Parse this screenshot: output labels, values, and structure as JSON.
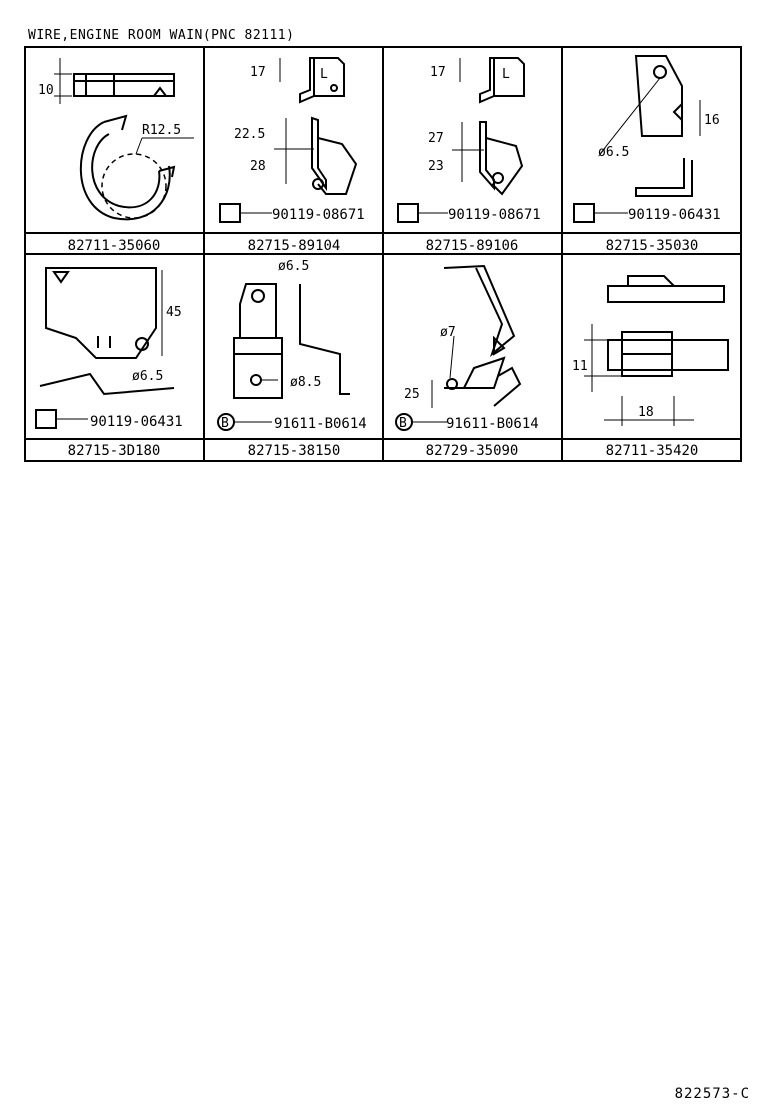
{
  "title": "WIRE,ENGINE ROOM WAIN(PNC 82111)",
  "footer_code": "822573-C",
  "cells": [
    {
      "part": "82711-35060",
      "dims": [
        "10",
        "R12.5"
      ],
      "fastener": ""
    },
    {
      "part": "82715-89104",
      "dims": [
        "17",
        "22.5",
        "28",
        "L"
      ],
      "fastener": "90119-08671"
    },
    {
      "part": "82715-89106",
      "dims": [
        "17",
        "27",
        "23",
        "L"
      ],
      "fastener": "90119-08671"
    },
    {
      "part": "82715-35030",
      "dims": [
        "16",
        "ø6.5"
      ],
      "fastener": "90119-06431"
    },
    {
      "part": "82715-3D180",
      "dims": [
        "45",
        "ø6.5"
      ],
      "fastener": "90119-06431"
    },
    {
      "part": "82715-38150",
      "dims": [
        "ø6.5",
        "ø8.5"
      ],
      "fastener": "91611-B0614",
      "badge": "B"
    },
    {
      "part": "82729-35090",
      "dims": [
        "ø7",
        "25"
      ],
      "fastener": "91611-B0614",
      "badge": "B"
    },
    {
      "part": "82711-35420",
      "dims": [
        "11",
        "18"
      ],
      "fastener": ""
    }
  ]
}
